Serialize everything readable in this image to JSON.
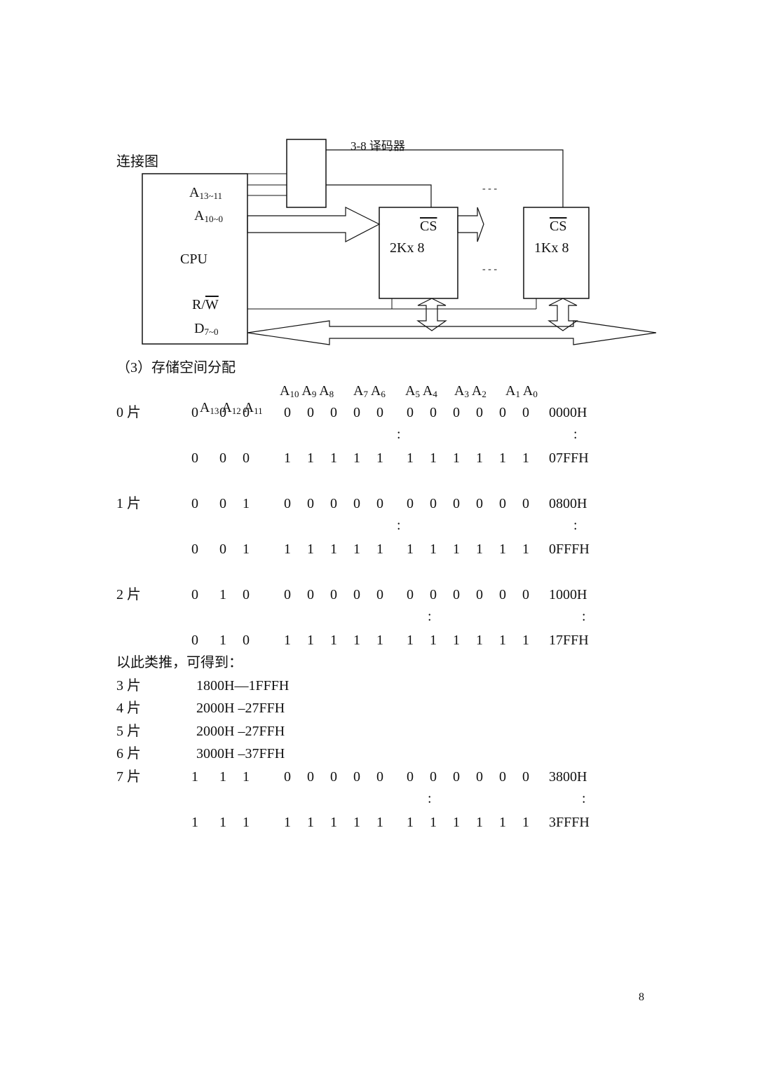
{
  "diagram": {
    "caption": "连接图",
    "decoder_label": "3-8 译码器",
    "cpu": {
      "name": "CPU",
      "addr_high": {
        "base": "A",
        "sub": "13~11"
      },
      "addr_low": {
        "base": "A",
        "sub": "10~0"
      },
      "rw_r": "R/",
      "rw_w": "W",
      "data": {
        "base": "D",
        "sub": "7~0"
      }
    },
    "chip1": {
      "cs": "CS",
      "label": "2Kx 8"
    },
    "chip2": {
      "cs": "CS",
      "label": "1Kx 8"
    },
    "dots": "- - -"
  },
  "section_title": "（3）存储空间分配",
  "address_header": {
    "g1": [
      {
        "b": "A",
        "s": "13"
      },
      {
        "b": "A",
        "s": "12"
      },
      {
        "b": "A",
        "s": "11"
      }
    ],
    "g2": [
      {
        "b": "A",
        "s": "10"
      },
      {
        "b": "A",
        "s": "9"
      },
      {
        "b": "A",
        "s": "8"
      }
    ],
    "g3": [
      {
        "b": "A",
        "s": "7"
      },
      {
        "b": "A",
        "s": "6"
      }
    ],
    "g4": [
      {
        "b": "A",
        "s": "5"
      },
      {
        "b": "A",
        "s": "4"
      }
    ],
    "g5": [
      {
        "b": "A",
        "s": "3"
      },
      {
        "b": "A",
        "s": "2"
      }
    ],
    "g6": [
      {
        "b": "A",
        "s": "1"
      },
      {
        "b": "A",
        "s": "0"
      }
    ]
  },
  "chips": [
    {
      "label": "0 片",
      "start_bits": [
        "0",
        "0",
        "0",
        "0",
        "0",
        "0",
        "0",
        "0",
        "0",
        "0",
        "0",
        "0",
        "0",
        "0"
      ],
      "start_hex": "0000H",
      "end_bits": [
        "0",
        "0",
        "0",
        "1",
        "1",
        "1",
        "1",
        "1",
        "1",
        "1",
        "1",
        "1",
        "1",
        "1"
      ],
      "end_hex": "07FFH"
    },
    {
      "label": "1 片",
      "start_bits": [
        "0",
        "0",
        "1",
        "0",
        "0",
        "0",
        "0",
        "0",
        "0",
        "0",
        "0",
        "0",
        "0",
        "0"
      ],
      "start_hex": "0800H",
      "end_bits": [
        "0",
        "0",
        "1",
        "1",
        "1",
        "1",
        "1",
        "1",
        "1",
        "1",
        "1",
        "1",
        "1",
        "1"
      ],
      "end_hex": "0FFFH"
    },
    {
      "label": "2 片",
      "start_bits": [
        "0",
        "1",
        "0",
        "0",
        "0",
        "0",
        "0",
        "0",
        "0",
        "0",
        "0",
        "0",
        "0",
        "0"
      ],
      "start_hex": "1000H",
      "end_bits": [
        "0",
        "1",
        "0",
        "1",
        "1",
        "1",
        "1",
        "1",
        "1",
        "1",
        "1",
        "1",
        "1",
        "1"
      ],
      "end_hex": "17FFH"
    }
  ],
  "colon": ":",
  "inference": "以此类推，可得到：",
  "ranges": [
    {
      "label": "3 片",
      "range": "1800H—1FFFH"
    },
    {
      "label": "4 片",
      "range": "2000H –27FFH"
    },
    {
      "label": "5 片",
      "range": "2000H –27FFH"
    },
    {
      "label": "6 片",
      "range": "3000H –37FFH"
    }
  ],
  "chip7": {
    "label": "7 片",
    "start_bits": [
      "1",
      "1",
      "1",
      "0",
      "0",
      "0",
      "0",
      "0",
      "0",
      "0",
      "0",
      "0",
      "0",
      "0"
    ],
    "start_hex": "3800H",
    "end_bits": [
      "1",
      "1",
      "1",
      "1",
      "1",
      "1",
      "1",
      "1",
      "1",
      "1",
      "1",
      "1",
      "1",
      "1"
    ],
    "end_hex": "3FFFH"
  },
  "page_number": "8"
}
